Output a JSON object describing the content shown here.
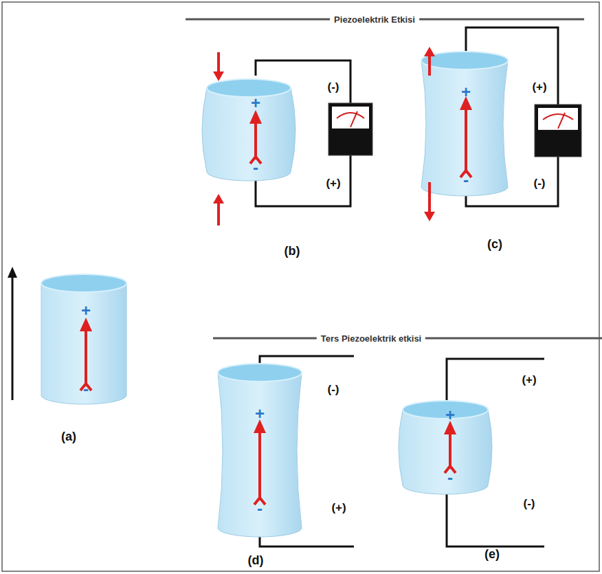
{
  "diagram": {
    "labels": [
      "Piezoelektrik Etkisi",
      "(-)",
      "(+)",
      "(+)",
      "(-)",
      "+",
      "-",
      "+",
      "-",
      "+",
      "-",
      "+",
      "-",
      "+",
      "-",
      "(b)",
      "(c)",
      "(a)",
      "Ters Piezoelektrik etkisi",
      "(-)",
      "(+)",
      "(+)",
      "(-)",
      "(d)",
      "(e)"
    ]
  }
}
